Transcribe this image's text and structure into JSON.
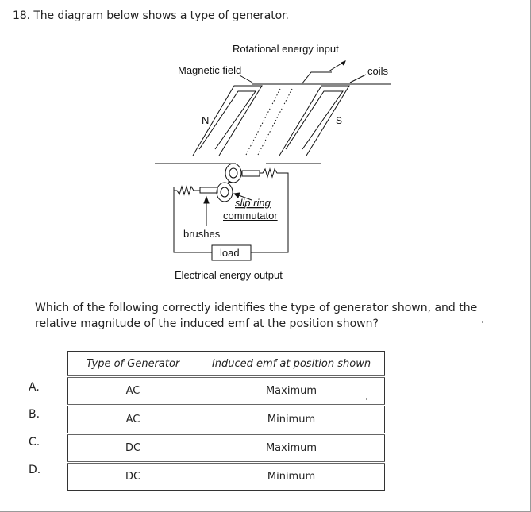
{
  "question": {
    "title": "18. The diagram below shows a type of generator.",
    "prompt": "Which of the following correctly identifies the type of generator shown, and the relative magnitude of the induced emf at the position shown?"
  },
  "diagram": {
    "rotational_label": "Rotational energy input",
    "magnetic_label": "Magnetic field",
    "coils_label": "coils",
    "north_label": "N",
    "south_label": "S",
    "slip_ring_label": "slip ring",
    "commutator_label": "commutator",
    "brushes_label": "brushes",
    "load_label": "load",
    "output_label": "Electrical energy output"
  },
  "table": {
    "headers": [
      "Type of Generator",
      "Induced emf at position shown"
    ],
    "rows": [
      {
        "letter": "A.",
        "type": "AC",
        "emf": "Maximum"
      },
      {
        "letter": "B.",
        "type": "AC",
        "emf": "Minimum"
      },
      {
        "letter": "C.",
        "type": "DC",
        "emf": "Maximum"
      },
      {
        "letter": "D.",
        "type": "DC",
        "emf": "Minimum"
      }
    ]
  }
}
